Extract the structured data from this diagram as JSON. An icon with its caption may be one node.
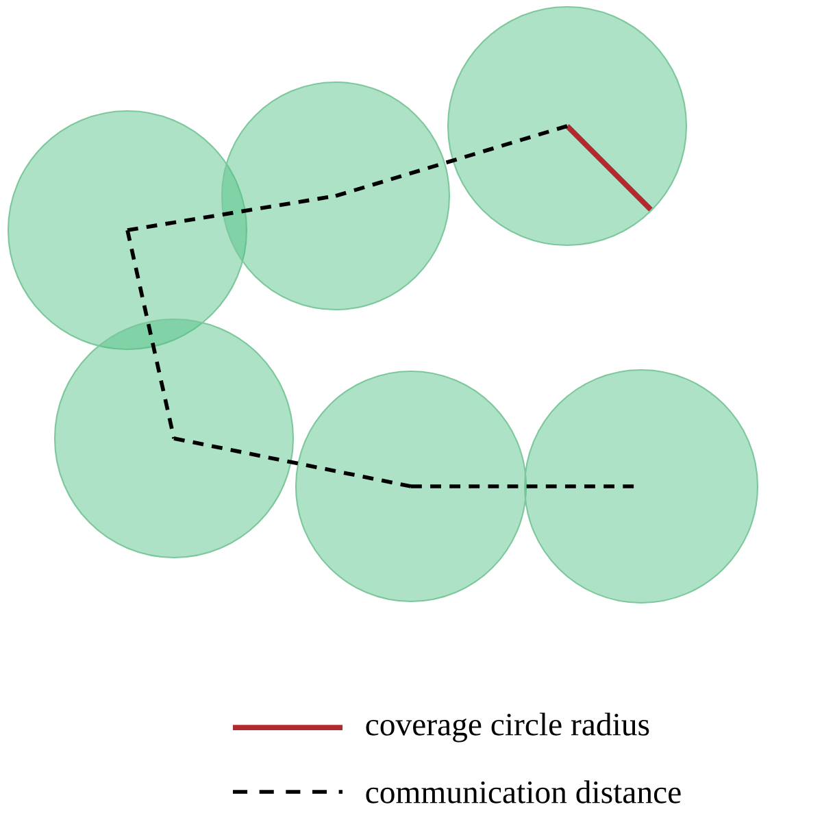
{
  "diagram": {
    "nodes": [
      {
        "text": [],
        "shape": "circle"
      },
      {
        "text": [],
        "shape": "circle"
      },
      {
        "text": [],
        "shape": "circle"
      },
      {
        "text": [],
        "shape": "circle"
      },
      {
        "text": [],
        "shape": "circle"
      },
      {
        "text": [],
        "shape": "circle"
      }
    ],
    "edges": [
      {
        "from": 0,
        "to": 1,
        "arrow": "none",
        "style": "dashed"
      },
      {
        "from": 1,
        "to": 2,
        "arrow": "none",
        "style": "dashed"
      },
      {
        "from": 0,
        "to": 3,
        "arrow": "none",
        "style": "dashed"
      },
      {
        "from": 3,
        "to": 4,
        "arrow": "none",
        "style": "dashed"
      },
      {
        "from": 4,
        "to": 5,
        "arrow": "none",
        "style": "dashed"
      }
    ],
    "legend": [
      {
        "text": "coverage circle radius"
      },
      {
        "text": "communication distance"
      }
    ]
  }
}
